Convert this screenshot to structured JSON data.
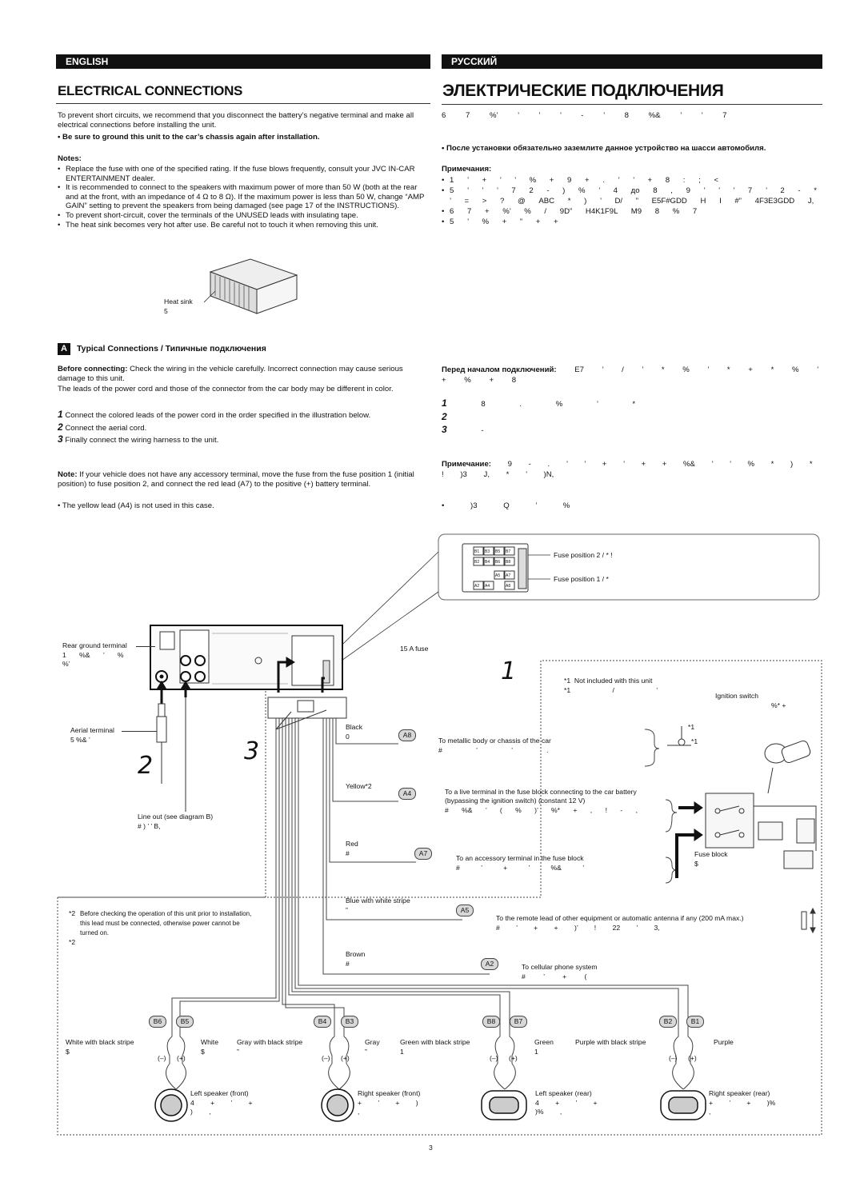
{
  "header": {
    "english_tab": "ENGLISH",
    "russian_tab": "РУССКИЙ",
    "english_title": "ELECTRICAL CONNECTIONS",
    "russian_title": "ЭЛЕКТРИЧЕСКИЕ ПОДКЛЮЧЕНИЯ"
  },
  "english": {
    "intro": "To prevent short circuits, we recommend that you disconnect the battery’s negative terminal and make all electrical connections before installing the unit.",
    "ground_note": "Be sure to ground this unit to the car’s chassis again after installation.",
    "notes_heading": "Notes:",
    "notes": [
      "Replace the fuse with one of the specified rating. If the fuse blows frequently, consult your JVC IN-CAR ENTERTAINMENT dealer.",
      "It is recommended to connect to the speakers with maximum power of more than 50 W (both at the rear and at the front, with an impedance of 4 Ω to 8 Ω). If the maximum power is less than 50 W, change “AMP GAIN” setting to prevent the speakers from being damaged (see page 17 of the INSTRUCTIONS).",
      "To prevent short-circuit, cover the terminals of the UNUSED leads with insulating tape.",
      "The heat sink becomes very hot after use. Be careful not to touch it when removing this unit."
    ],
    "heat_sink_label": "Heat sink",
    "heat_sink_ru": "5",
    "before_connecting_label": "Before connecting:",
    "before_connecting": "Check the wiring in the vehicle carefully. Incorrect connection may cause serious damage to this unit.",
    "leads_note": "The leads of the power cord and those of the connector from the car body may be different in color.",
    "steps": [
      {
        "n": "1",
        "text": "Connect the colored leads of the power cord in the order specified in the illustration below."
      },
      {
        "n": "2",
        "text": "Connect the aerial cord."
      },
      {
        "n": "3",
        "text": "Finally connect the wiring harness to the unit."
      }
    ],
    "note_label": "Note:",
    "note": "If your vehicle does not have any accessory terminal, move the fuse from the fuse position 1 (initial position) to fuse position 2, and connect the red lead (A7) to the positive (+) battery terminal.",
    "yellow_note": "The yellow lead (A4) is not used in this case."
  },
  "russian": {
    "intro": "6 7 %’ ’ ’ ’ - ’ 8 %& ’ ’ 7",
    "ground_note": "После установки обязательно заземлите данное устройство на шасси автомобиля.",
    "notes_heading": "Примечания:",
    "notes": [
      "1 ’ + ’ ’ % + 9 + . ’ ’ + 8 : ; <",
      "5 ’ ’ ’ 7 2 - ) % ’ 4 до 8 , 9 ’ ’ ’ 7 ’ 2 - * ’ = > ? @ ABC * ) ’ D/ ” E5F#GDD H I #” 4F3E3GDD J,",
      "6 7 + %’ % / 9D” H4K1F9L M9 8 % 7",
      "5 ’ % + ” + +"
    ],
    "before_connecting_label": "Перед началом подключений:",
    "before_connecting": "E7 ’ / ’ * % ’ * + * % ’ + % + 8",
    "steps": [
      {
        "n": "1",
        "text": "8 . % ’ *"
      },
      {
        "n": "2",
        "text": ""
      },
      {
        "n": "3",
        "text": "-"
      }
    ],
    "note_label": "Примечание:",
    "note": "9 - . ’ ’ + ’ + + %& ’ ’ % * ) * ! )3 J, * ’ )N,",
    "yellow_note": ")3 Q ’ %"
  },
  "section_a": {
    "badge": "A",
    "title": "Typical Connections / Типичные подключения"
  },
  "diagram": {
    "fuse_position_2": "Fuse position 2 / * !",
    "fuse_position_1": "Fuse position 1 / *",
    "fuse_15a": "15 A fuse",
    "rear_ground": "Rear ground terminal",
    "rear_ground_ru": "1 %& ’ % %’",
    "aerial": "Aerial terminal",
    "aerial_ru": "5 %& ’",
    "line_out": "Line out (see diagram B)",
    "line_out_ru": "# ) ’ ’ B,",
    "not_included": "Not included with this unit",
    "not_included_ru": "/ ’",
    "fn1": "*1",
    "fn2": "*2",
    "ignition": "Ignition switch",
    "ignition_ru": "%* +",
    "black": "Black",
    "black_ru": "0",
    "black_dest": "To metallic body or chassis of the car",
    "black_dest_ru": "# ’ ’ .",
    "yellow": "Yellow*2",
    "yellow_dest": "To a live terminal in the fuse block connecting to the car battery (bypassing the ignition switch) (constant 12 V)",
    "yellow_dest_ru": "# %& ’ ( % )’ %* + , ! - ,",
    "red": "Red",
    "red_ru": "#",
    "red_dest": "To an accessory terminal in the fuse block",
    "red_dest_ru": "# ’ + ’ %& ’",
    "fuse_block": "Fuse block",
    "fuse_block_ru": "$",
    "blue": "Blue with white stripe",
    "blue_ru": "”",
    "blue_dest": "To the remote lead of other equipment or automatic antenna if any (200 mA max.)",
    "blue_dest_ru": "# ’ + + )’ ! 22 ’ 3,",
    "brown": "Brown",
    "brown_ru": "#",
    "brown_dest": "To cellular phone system",
    "brown_dest_ru": "# ’ + (",
    "fn2_note": "Before checking the operation of this unit prior to installation, this lead must be connected, otherwise power cannot be turned on.",
    "pins": {
      "a8": "A8",
      "a4": "A4",
      "a7": "A7",
      "a5": "A5",
      "a2": "A2"
    },
    "step_numbers": {
      "s1": "1",
      "s2": "2",
      "s3": "3"
    },
    "speakers": [
      {
        "pins": [
          "B6",
          "B5"
        ],
        "neg_color": "White with black stripe",
        "neg_ru": "$",
        "pos_color": "White",
        "pos_ru": "$",
        "label": "Left speaker (front)",
        "label_ru": "4 + ’ + ) ,"
      },
      {
        "pins": [
          "B4",
          "B3"
        ],
        "neg_color": "Gray with black stripe",
        "neg_ru": "”",
        "pos_color": "Gray",
        "pos_ru": "”",
        "label": "Right speaker (front)",
        "label_ru": "+ ’ + ) ,"
      },
      {
        "pins": [
          "B8",
          "B7"
        ],
        "neg_color": "Green with black stripe",
        "neg_ru": "1",
        "pos_color": "Green",
        "pos_ru": "1",
        "label": "Left speaker (rear)",
        "label_ru": "4 + ’ + )% ,"
      },
      {
        "pins": [
          "B2",
          "B1"
        ],
        "neg_color": "Purple with black stripe",
        "neg_ru": "",
        "pos_color": "Purple",
        "pos_ru": "",
        "label": "Right speaker (rear)",
        "label_ru": "+ ’ + )% ,"
      }
    ],
    "minus": "(–)",
    "plus": "(+)"
  },
  "footer": {
    "page_number": "3"
  }
}
